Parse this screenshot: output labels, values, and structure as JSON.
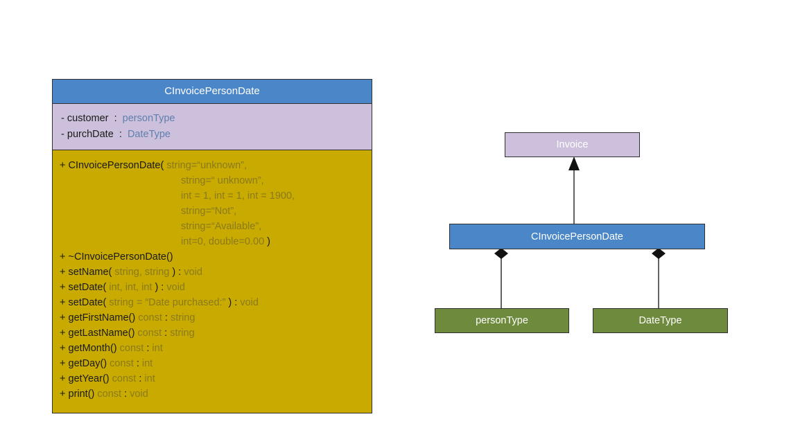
{
  "diagram": {
    "title": "CInvoicePersonDate UML class diagram",
    "colors": {
      "header_blue": "#4a86c8",
      "attributes_lavender": "#ccc0dc",
      "methods_gold": "#c8aa00",
      "type_green": "#6e8b3d",
      "border": "#2f2f2f",
      "muted_blue_text": "#5f7fae",
      "muted_gold_text": "#8a7a1e"
    }
  },
  "class_box": {
    "name": "CInvoicePersonDate",
    "attributes": [
      {
        "visibility": "-",
        "name": "customer",
        "separator": ":",
        "type": "personType"
      },
      {
        "visibility": "-",
        "name": "purchDate",
        "separator": ":",
        "type": "DateType"
      }
    ],
    "constructor": {
      "signature_head": "+ CInvoicePersonDate(",
      "params_first_line": "string=“unknown”,",
      "params_continued": [
        "string=“ unknown”,",
        "int = 1, int = 1, int = 1900,",
        "string=“Not”,",
        "string=“Available”,",
        "int=0, double=0.00"
      ],
      "closing_paren": ")"
    },
    "methods": [
      {
        "prefix": "+ ",
        "name": "~CInvoicePersonDate()",
        "params": "",
        "qualifier": "",
        "separator": "",
        "returns": ""
      },
      {
        "prefix": "+ ",
        "name": "setName(",
        "params": " string, string ",
        "qualifier": ")",
        "separator": " : ",
        "returns": "void"
      },
      {
        "prefix": "+ ",
        "name": "setDate(",
        "params": " int, int, int ",
        "qualifier": ")",
        "separator": " : ",
        "returns": "void"
      },
      {
        "prefix": "+ ",
        "name": "setDate(",
        "params": " string = “Date purchased:” ",
        "qualifier": ")",
        "separator": " : ",
        "returns": "void"
      },
      {
        "prefix": "+ ",
        "name": "getFirstName()",
        "params": " const",
        "qualifier": "",
        "separator": " : ",
        "returns": "string"
      },
      {
        "prefix": "+ ",
        "name": "getLastName()",
        "params": " const",
        "qualifier": "",
        "separator": " : ",
        "returns": "string"
      },
      {
        "prefix": "+ ",
        "name": "getMonth()",
        "params": " const",
        "qualifier": "",
        "separator": " : ",
        "returns": "int"
      },
      {
        "prefix": "+ ",
        "name": "getDay()",
        "params": " const",
        "qualifier": "",
        "separator": " : ",
        "returns": "int"
      },
      {
        "prefix": "+ ",
        "name": "getYear()",
        "params": " const",
        "qualifier": "",
        "separator": " : ",
        "returns": "int"
      },
      {
        "prefix": "+ ",
        "name": "print()",
        "params": " const",
        "qualifier": "",
        "separator": " : ",
        "returns": "void"
      }
    ]
  },
  "relationship_diagram": {
    "nodes": {
      "invoice": "Invoice",
      "cinvoicepersondate": "CInvoicePersonDate",
      "person_type": "personType",
      "date_type": "DateType"
    },
    "relations": [
      {
        "from": "CInvoicePersonDate",
        "to": "Invoice",
        "kind": "inheritance"
      },
      {
        "from": "CInvoicePersonDate",
        "to": "personType",
        "kind": "composition"
      },
      {
        "from": "CInvoicePersonDate",
        "to": "DateType",
        "kind": "composition"
      }
    ]
  }
}
